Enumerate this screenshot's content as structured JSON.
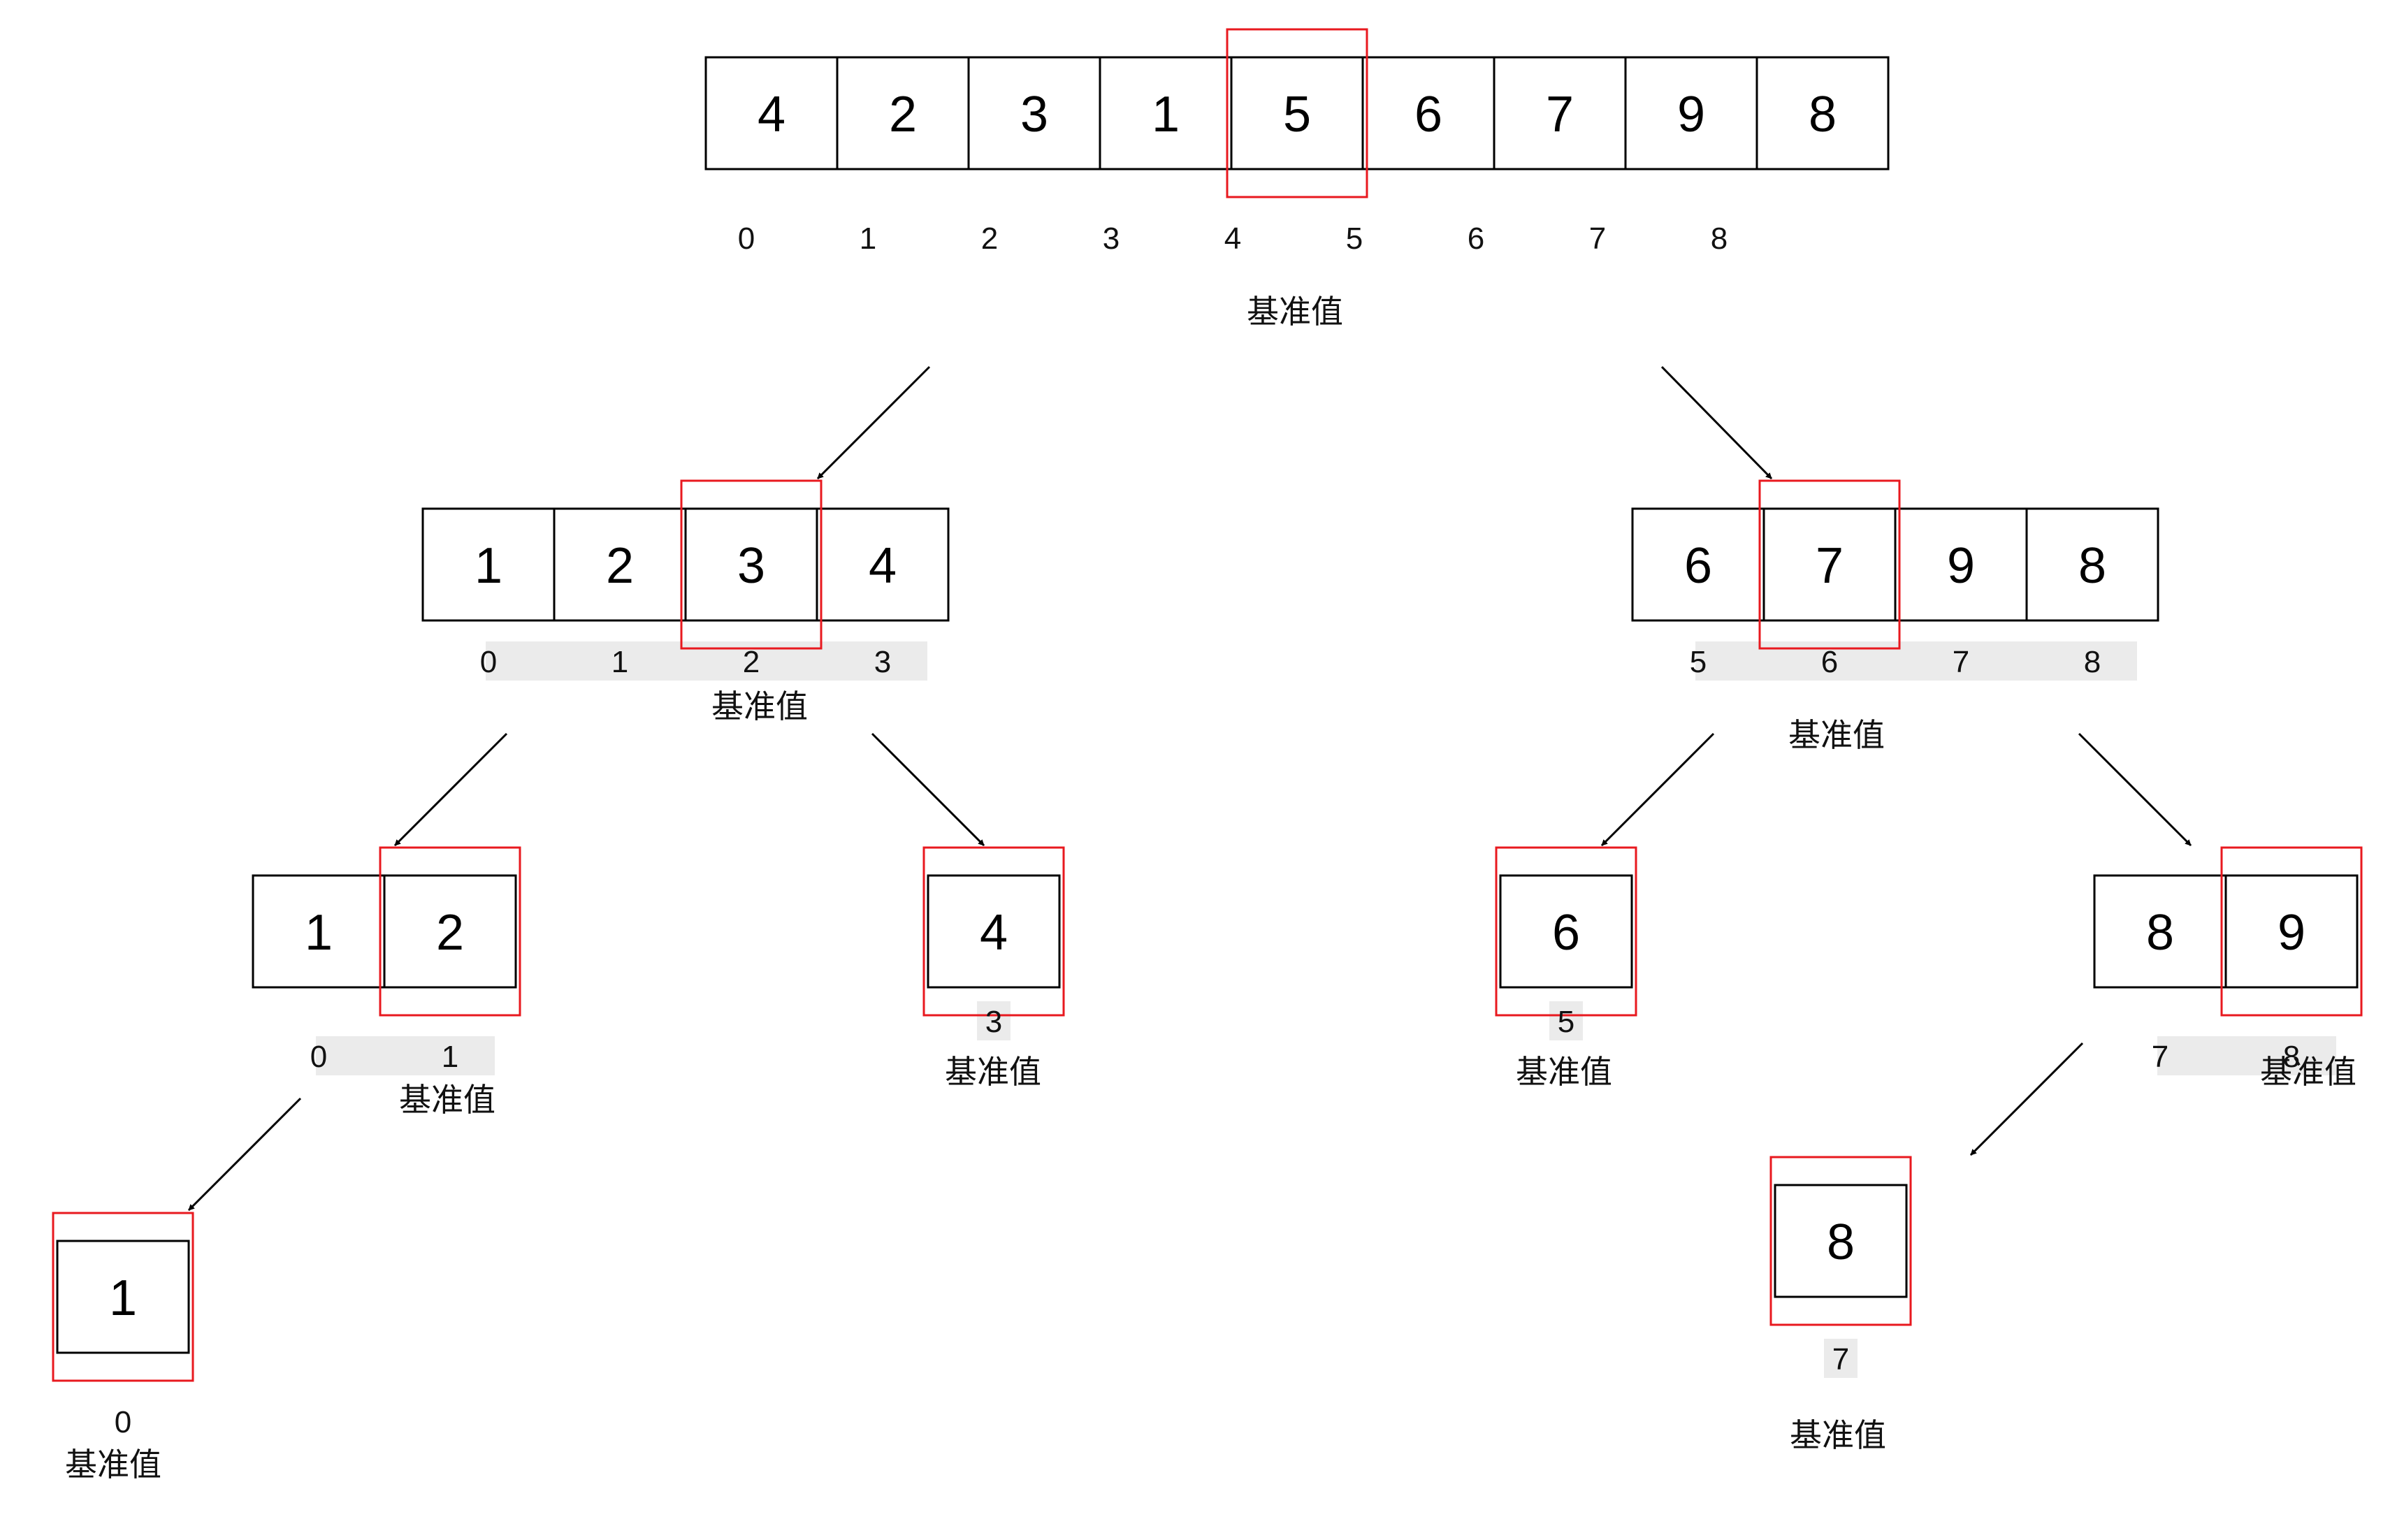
{
  "title": "",
  "pivot_label": "基准值",
  "colors": {
    "cell_border": "#000000",
    "pivot_highlight": "#e8191f",
    "index_band": "#ebebeb",
    "arrow": "#000000"
  },
  "nodes": [
    {
      "id": "root",
      "values": [
        "4",
        "2",
        "3",
        "1",
        "5",
        "6",
        "7",
        "9",
        "8"
      ],
      "indices": [
        "0",
        "1",
        "2",
        "3",
        "4",
        "5",
        "6",
        "7",
        "8"
      ],
      "pivot": 4,
      "band": false
    },
    {
      "id": "l",
      "values": [
        "1",
        "2",
        "3",
        "4"
      ],
      "indices": [
        "0",
        "1",
        "2",
        "3"
      ],
      "pivot": 2,
      "band": true
    },
    {
      "id": "r",
      "values": [
        "6",
        "7",
        "9",
        "8"
      ],
      "indices": [
        "5",
        "6",
        "7",
        "8"
      ],
      "pivot": 1,
      "band": true
    },
    {
      "id": "ll",
      "values": [
        "1",
        "2"
      ],
      "indices": [
        "0",
        "1"
      ],
      "pivot": 1,
      "band": true
    },
    {
      "id": "lr",
      "values": [
        "4"
      ],
      "indices": [
        "3"
      ],
      "pivot": 0,
      "band": true
    },
    {
      "id": "rl",
      "values": [
        "6"
      ],
      "indices": [
        "5"
      ],
      "pivot": 0,
      "band": true
    },
    {
      "id": "rr",
      "values": [
        "8",
        "9"
      ],
      "indices": [
        "7",
        "8"
      ],
      "pivot": 1,
      "band": true
    },
    {
      "id": "lll",
      "values": [
        "1"
      ],
      "indices": [
        "0"
      ],
      "pivot": 0,
      "band": false
    },
    {
      "id": "rrl",
      "values": [
        "8"
      ],
      "indices": [
        "7"
      ],
      "pivot": 0,
      "band": true
    }
  ],
  "edges": [
    [
      "root",
      "l"
    ],
    [
      "root",
      "r"
    ],
    [
      "l",
      "ll"
    ],
    [
      "l",
      "lr"
    ],
    [
      "r",
      "rl"
    ],
    [
      "r",
      "rr"
    ],
    [
      "ll",
      "lll"
    ],
    [
      "rr",
      "rrl"
    ]
  ]
}
